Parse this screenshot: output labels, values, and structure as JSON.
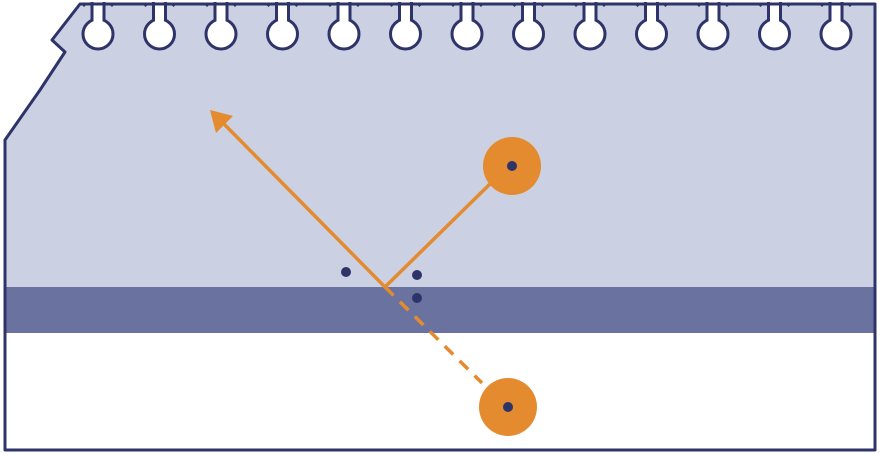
{
  "diagram": {
    "kind": "mirror-reflection-notebook",
    "colors": {
      "outline": "#2e3469",
      "upper_region": "#cbd0e3",
      "mirror_band": "#6a72a0",
      "lower_region": "#ffffff",
      "ray": "#e38b2e",
      "dot": "#2e3469"
    },
    "elements": {
      "binding_holes": 13,
      "object": "orange-disc-with-dot",
      "image": "orange-disc-with-dot",
      "incident_ray": "solid",
      "reflected_ray": "solid-with-arrowhead",
      "virtual_ray": "dashed",
      "markers": 3
    }
  }
}
